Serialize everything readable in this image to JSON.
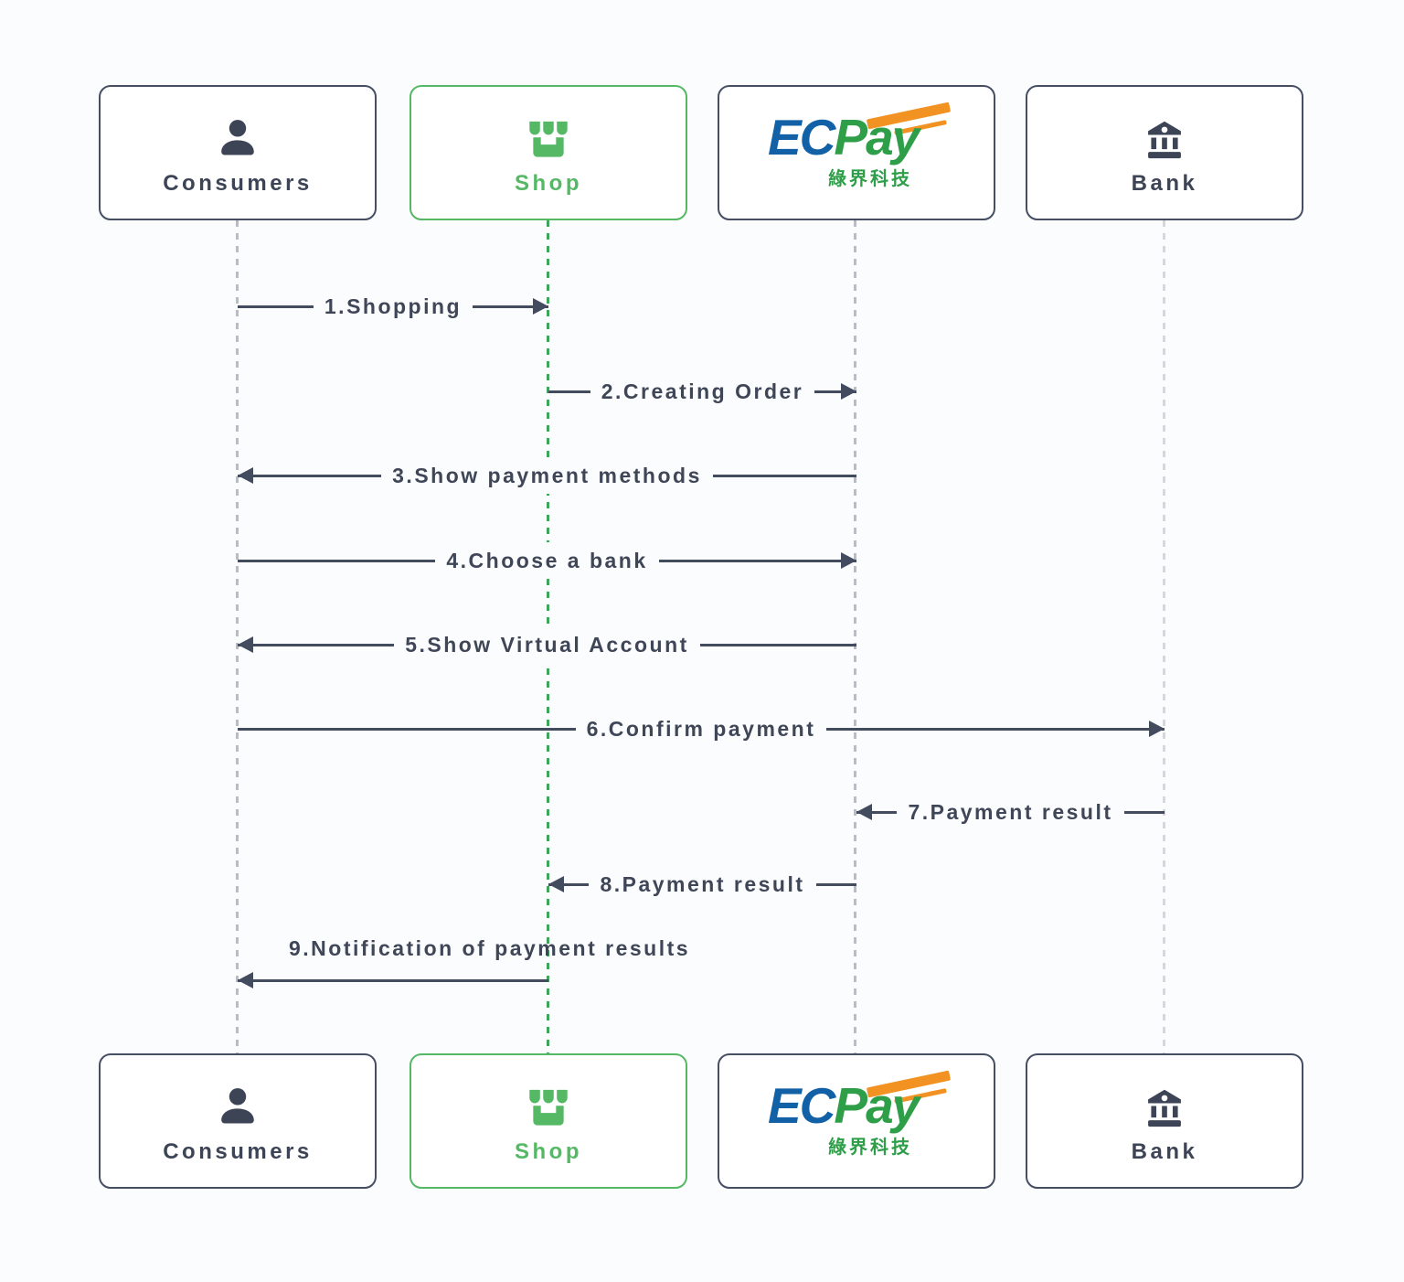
{
  "page": {
    "background": "#fbfcfd",
    "type": "sequence-diagram"
  },
  "colors": {
    "navy": "#434b5e",
    "green": "#54b865",
    "green_lifeline": "#3da65a",
    "gray_lifeline": "#b9bdc2",
    "light_gray_lifeline": "#d5d7da",
    "ecpay_blue": "#1261a7",
    "ecpay_green": "#2e9e49",
    "ecpay_orange": "#f29222"
  },
  "actors": [
    {
      "id": "consumers",
      "label": "Consumers",
      "icon": "user-icon",
      "accent": "#434b5e"
    },
    {
      "id": "shop",
      "label": "Shop",
      "icon": "store-icon",
      "accent": "#54b865"
    },
    {
      "id": "ecpay",
      "label": "ECPay",
      "icon": "ecpay-logo",
      "accent": "#1261a7",
      "logo": {
        "ec": "EC",
        "pay": "Pay",
        "subtitle": "綠界科技"
      }
    },
    {
      "id": "bank",
      "label": "Bank",
      "icon": "bank-icon",
      "accent": "#434b5e"
    }
  ],
  "messages": [
    {
      "label": "1.Shopping",
      "from": "Consumers",
      "to": "Shop",
      "direction": "right"
    },
    {
      "label": "2.Creating Order",
      "from": "Shop",
      "to": "ECPay",
      "direction": "right"
    },
    {
      "label": "3.Show payment methods",
      "from": "ECPay",
      "to": "Consumers",
      "direction": "left"
    },
    {
      "label": "4.Choose a bank",
      "from": "Consumers",
      "to": "ECPay",
      "direction": "right"
    },
    {
      "label": "5.Show Virtual Account",
      "from": "ECPay",
      "to": "Consumers",
      "direction": "left"
    },
    {
      "label": "6.Confirm payment",
      "from": "Consumers",
      "to": "Bank",
      "direction": "right"
    },
    {
      "label": "7.Payment result",
      "from": "Bank",
      "to": "ECPay",
      "direction": "left"
    },
    {
      "label": "8.Payment result",
      "from": "ECPay",
      "to": "Shop",
      "direction": "left"
    },
    {
      "label": "9.Notification of payment results",
      "from": "Shop",
      "to": "Consumers",
      "direction": "left"
    }
  ]
}
